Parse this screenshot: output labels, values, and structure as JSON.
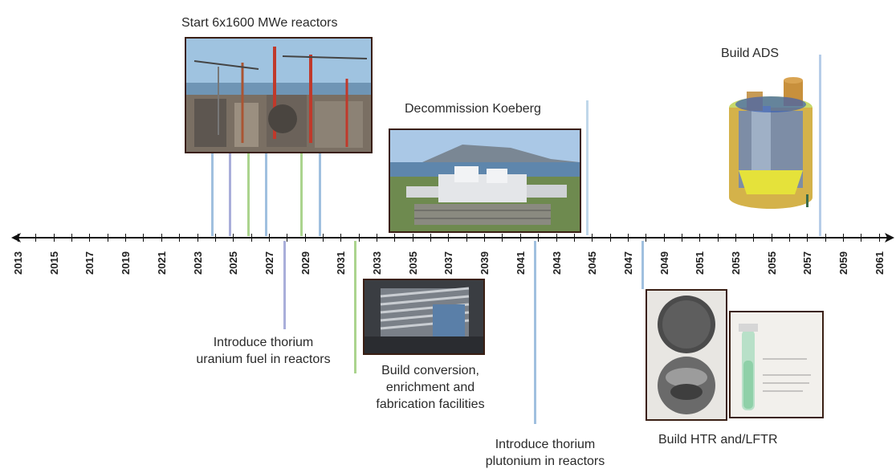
{
  "timeline": {
    "years": [
      "2013",
      "2015",
      "2017",
      "2019",
      "2021",
      "2023",
      "2025",
      "2027",
      "2029",
      "2031",
      "2033",
      "2035",
      "2037",
      "2039",
      "2041",
      "2043",
      "2045",
      "2047",
      "2049",
      "2051",
      "2053",
      "2055",
      "2057",
      "2059",
      "2061"
    ],
    "axis_color": "#111111"
  },
  "events": {
    "reactors_label": "Start 6x1600 MWe reactors",
    "decommission_label": "Decommission Koeberg",
    "ads_label": "Build ADS",
    "thorium_uranium_label_line1": "Introduce thorium",
    "thorium_uranium_label_line2": "uranium fuel in reactors",
    "conversion_label_line1": "Build conversion,",
    "conversion_label_line2": "enrichment and",
    "conversion_label_line3": "fabrication facilities",
    "thorium_plutonium_label_line1": "Introduce thorium",
    "thorium_plutonium_label_line2": "plutonium in reactors",
    "htr_lftr_label": "Build HTR and/LFTR"
  },
  "colors": {
    "blue_line": "#8fb5d9",
    "green_line": "#9ccc7a",
    "purple_line": "#9aa0d4",
    "photo_border": "#3a1f14"
  }
}
